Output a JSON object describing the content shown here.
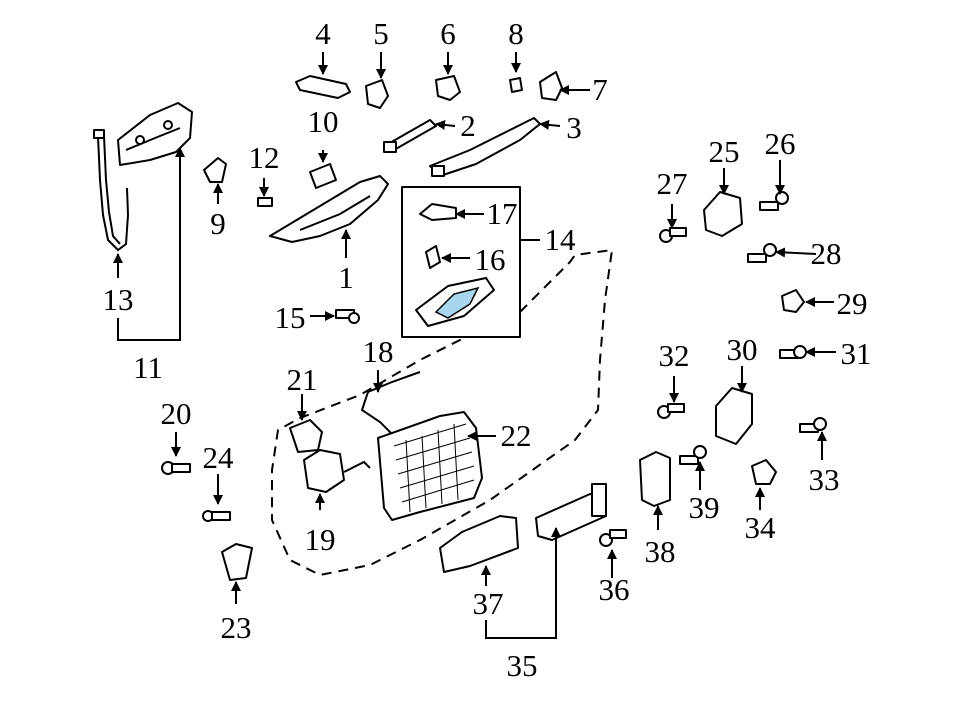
{
  "diagram": {
    "callouts": {
      "c1": "1",
      "c2": "2",
      "c3": "3",
      "c4": "4",
      "c5": "5",
      "c6": "6",
      "c7": "7",
      "c8": "8",
      "c9": "9",
      "c10": "10",
      "c11": "11",
      "c12": "12",
      "c13": "13",
      "c14": "14",
      "c15": "15",
      "c16": "16",
      "c17": "17",
      "c18": "18",
      "c19": "19",
      "c20": "20",
      "c21": "21",
      "c22": "22",
      "c23": "23",
      "c24": "24",
      "c25": "25",
      "c26": "26",
      "c27": "27",
      "c28": "28",
      "c29": "29",
      "c30": "30",
      "c31": "31",
      "c32": "32",
      "c33": "33",
      "c34": "34",
      "c35": "35",
      "c36": "36",
      "c37": "37",
      "c38": "38",
      "c39": "39"
    },
    "colors": {
      "line": "#000000",
      "background": "#ffffff",
      "highlight": "#a9d6ef"
    }
  }
}
